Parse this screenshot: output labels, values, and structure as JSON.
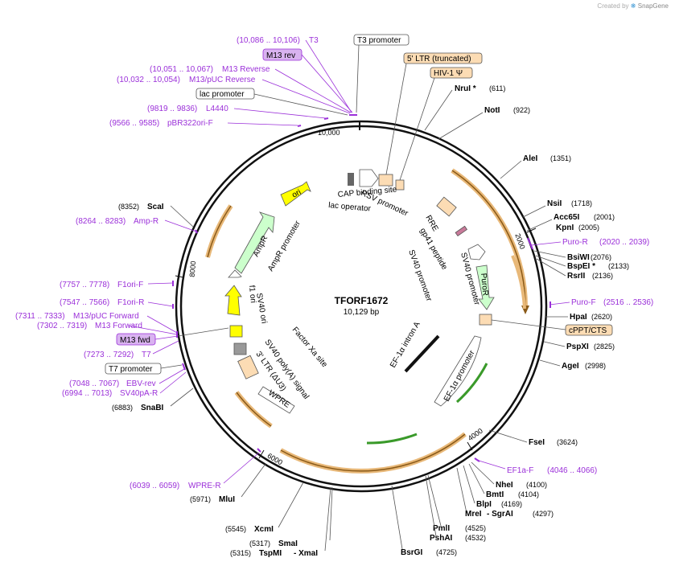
{
  "header": {
    "created_by": "Created by",
    "brand": "SnapGene"
  },
  "center": {
    "name": "TFORF1672",
    "length": "10,129 bp"
  },
  "ticks": [
    "10,000",
    "2000",
    "4000",
    "6000",
    "8000"
  ],
  "features": {
    "rsv_promoter": "RSV promoter",
    "cap_binding_site": "CAP binding site",
    "lac_operator": "lac operator",
    "ori": "ori",
    "ampr": "AmpR",
    "ampr_promoter": "AmpR promoter",
    "f1_ori": "f1 ori",
    "sv40_ori": "SV40 ori",
    "sv40_polya": "SV40 poly(A) signal",
    "ltr3": "3' LTR (ΔU3)",
    "wpre": "WPRE",
    "factor_xa": "Factor Xa site",
    "rre": "RRE",
    "gp41": "gp41 peptide",
    "sv40_promoter_inner": "SV40 promoter",
    "sv40_promoter_outer": "SV40 promoter",
    "puror": "PuroR",
    "ef1a_intron": "EF-1α intron A",
    "ef1a_promoter": "EF-1α promoter"
  },
  "top_labels": {
    "t3_range": "(10,086 .. 10,106)",
    "t3": "T3",
    "t3_promoter": "T3 promoter",
    "m13_rev": "M13 rev",
    "ltr5": "5' LTR (truncated)",
    "hiv": "HIV-1 Ψ",
    "m13r_range": "(10,051 .. 10,067)",
    "m13r": "M13 Reverse",
    "m13puc_r_range": "(10,032 .. 10,054)",
    "m13puc_r": "M13/pUC Reverse",
    "lac_promoter": "lac promoter",
    "l4440_range": "(9819 .. 9836)",
    "l4440": "L4440",
    "pbr_range": "(9566 .. 9585)",
    "pbr": "pBR322ori-F"
  },
  "right_labels": {
    "nrui": "NruI *",
    "nrui_pos": "(611)",
    "noti": "NotI",
    "noti_pos": "(922)",
    "alei": "AleI",
    "alei_pos": "(1351)",
    "nsii": "NsiI",
    "nsii_pos": "(1718)",
    "acc65i": "Acc65I",
    "acc65i_pos": "(2001)",
    "kpni": "KpnI",
    "kpni_pos": "(2005)",
    "puror_primer": "Puro-R",
    "puror_primer_range": "(2020 .. 2039)",
    "bsiwi": "BsiWI",
    "bsiwi_pos": "(2076)",
    "bspei": "BspEI *",
    "bspei_pos": "(2133)",
    "rsrii": "RsrII",
    "rsrii_pos": "(2136)",
    "purof": "Puro-F",
    "purof_range": "(2516 .. 2536)",
    "hpai": "HpaI",
    "hpai_pos": "(2620)",
    "cppt": "cPPT/CTS",
    "pspxi": "PspXI",
    "pspxi_pos": "(2825)",
    "agei": "AgeI",
    "agei_pos": "(2998)"
  },
  "bottom_labels": {
    "fsei": "FseI",
    "fsei_pos": "(3624)",
    "ef1af": "EF1a-F",
    "ef1af_range": "(4046 .. 4066)",
    "nhei": "NheI",
    "nhei_pos": "(4100)",
    "bmti": "BmtI",
    "bmti_pos": "(4104)",
    "blpi": "BlpI",
    "blpi_pos": "(4169)",
    "mrei": "MreI",
    "sgrai": "- SgrAI",
    "sgrai_pos": "(4297)",
    "pmli": "PmlI",
    "pmli_pos": "(4525)",
    "pshai": "PshAI",
    "pshai_pos": "(4532)",
    "bsrgi": "BsrGI",
    "bsrgi_pos": "(4725)",
    "smai": "SmaI",
    "smai_pos": "(5317)",
    "tspmi": "TspMI",
    "xmai": "- XmaI",
    "tspmi_pos": "(5315)",
    "xcmi": "XcmI",
    "xcmi_pos": "(5545)",
    "mlui": "MluI",
    "mlui_pos": "(5971)",
    "wprer": "WPRE-R",
    "wprer_range": "(6039 .. 6059)"
  },
  "left_labels": {
    "scai": "ScaI",
    "scai_pos": "(8352)",
    "ampr_primer": "Amp-R",
    "ampr_primer_range": "(8264 .. 8283)",
    "f1orif": "F1ori-F",
    "f1orif_range": "(7757 .. 7778)",
    "f1orir": "F1ori-R",
    "f1orir_range": "(7547 .. 7566)",
    "m13puc_f": "M13/pUC Forward",
    "m13puc_f_range": "(7311 .. 7333)",
    "m13f": "M13 Forward",
    "m13f_range": "(7302 .. 7319)",
    "m13fwd": "M13 fwd",
    "t7": "T7",
    "t7_range": "(7273 .. 7292)",
    "t7_promoter": "T7 promoter",
    "ebvrev": "EBV-rev",
    "ebvrev_range": "(7048 .. 7067)",
    "sv40par": "SV40pA-R",
    "sv40par_range": "(6994 .. 7013)",
    "snabi": "SnaBI",
    "snabi_pos": "(6883)"
  },
  "colors": {
    "backbone": "#111111",
    "primer": "#9b30d9",
    "ori": "#ffff00",
    "ampr": "#ccffcc",
    "puror": "#ccffcc",
    "ltr": "#fcdcb4",
    "orf_arc": "#e8b878",
    "green_arc": "#3a9a2a"
  }
}
